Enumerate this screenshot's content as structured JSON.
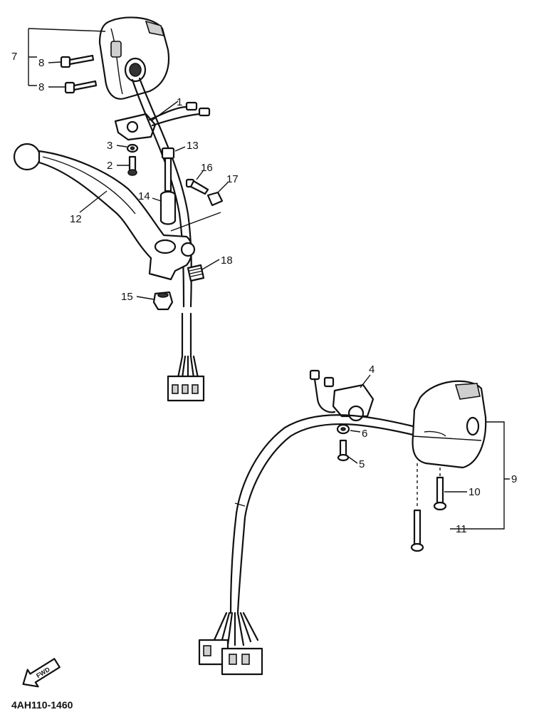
{
  "callouts": {
    "c1": "1",
    "c2": "2",
    "c3": "3",
    "c4": "4",
    "c5": "5",
    "c6": "6",
    "c7": "7",
    "c8a": "8",
    "c8b": "8",
    "c9": "9",
    "c10": "10",
    "c11": "11",
    "c12": "12",
    "c13": "13",
    "c14": "14",
    "c15": "15",
    "c16": "16",
    "c17": "17",
    "c18": "18"
  },
  "arrow_label": "FWD",
  "diagram_code": "4AH110-1460"
}
